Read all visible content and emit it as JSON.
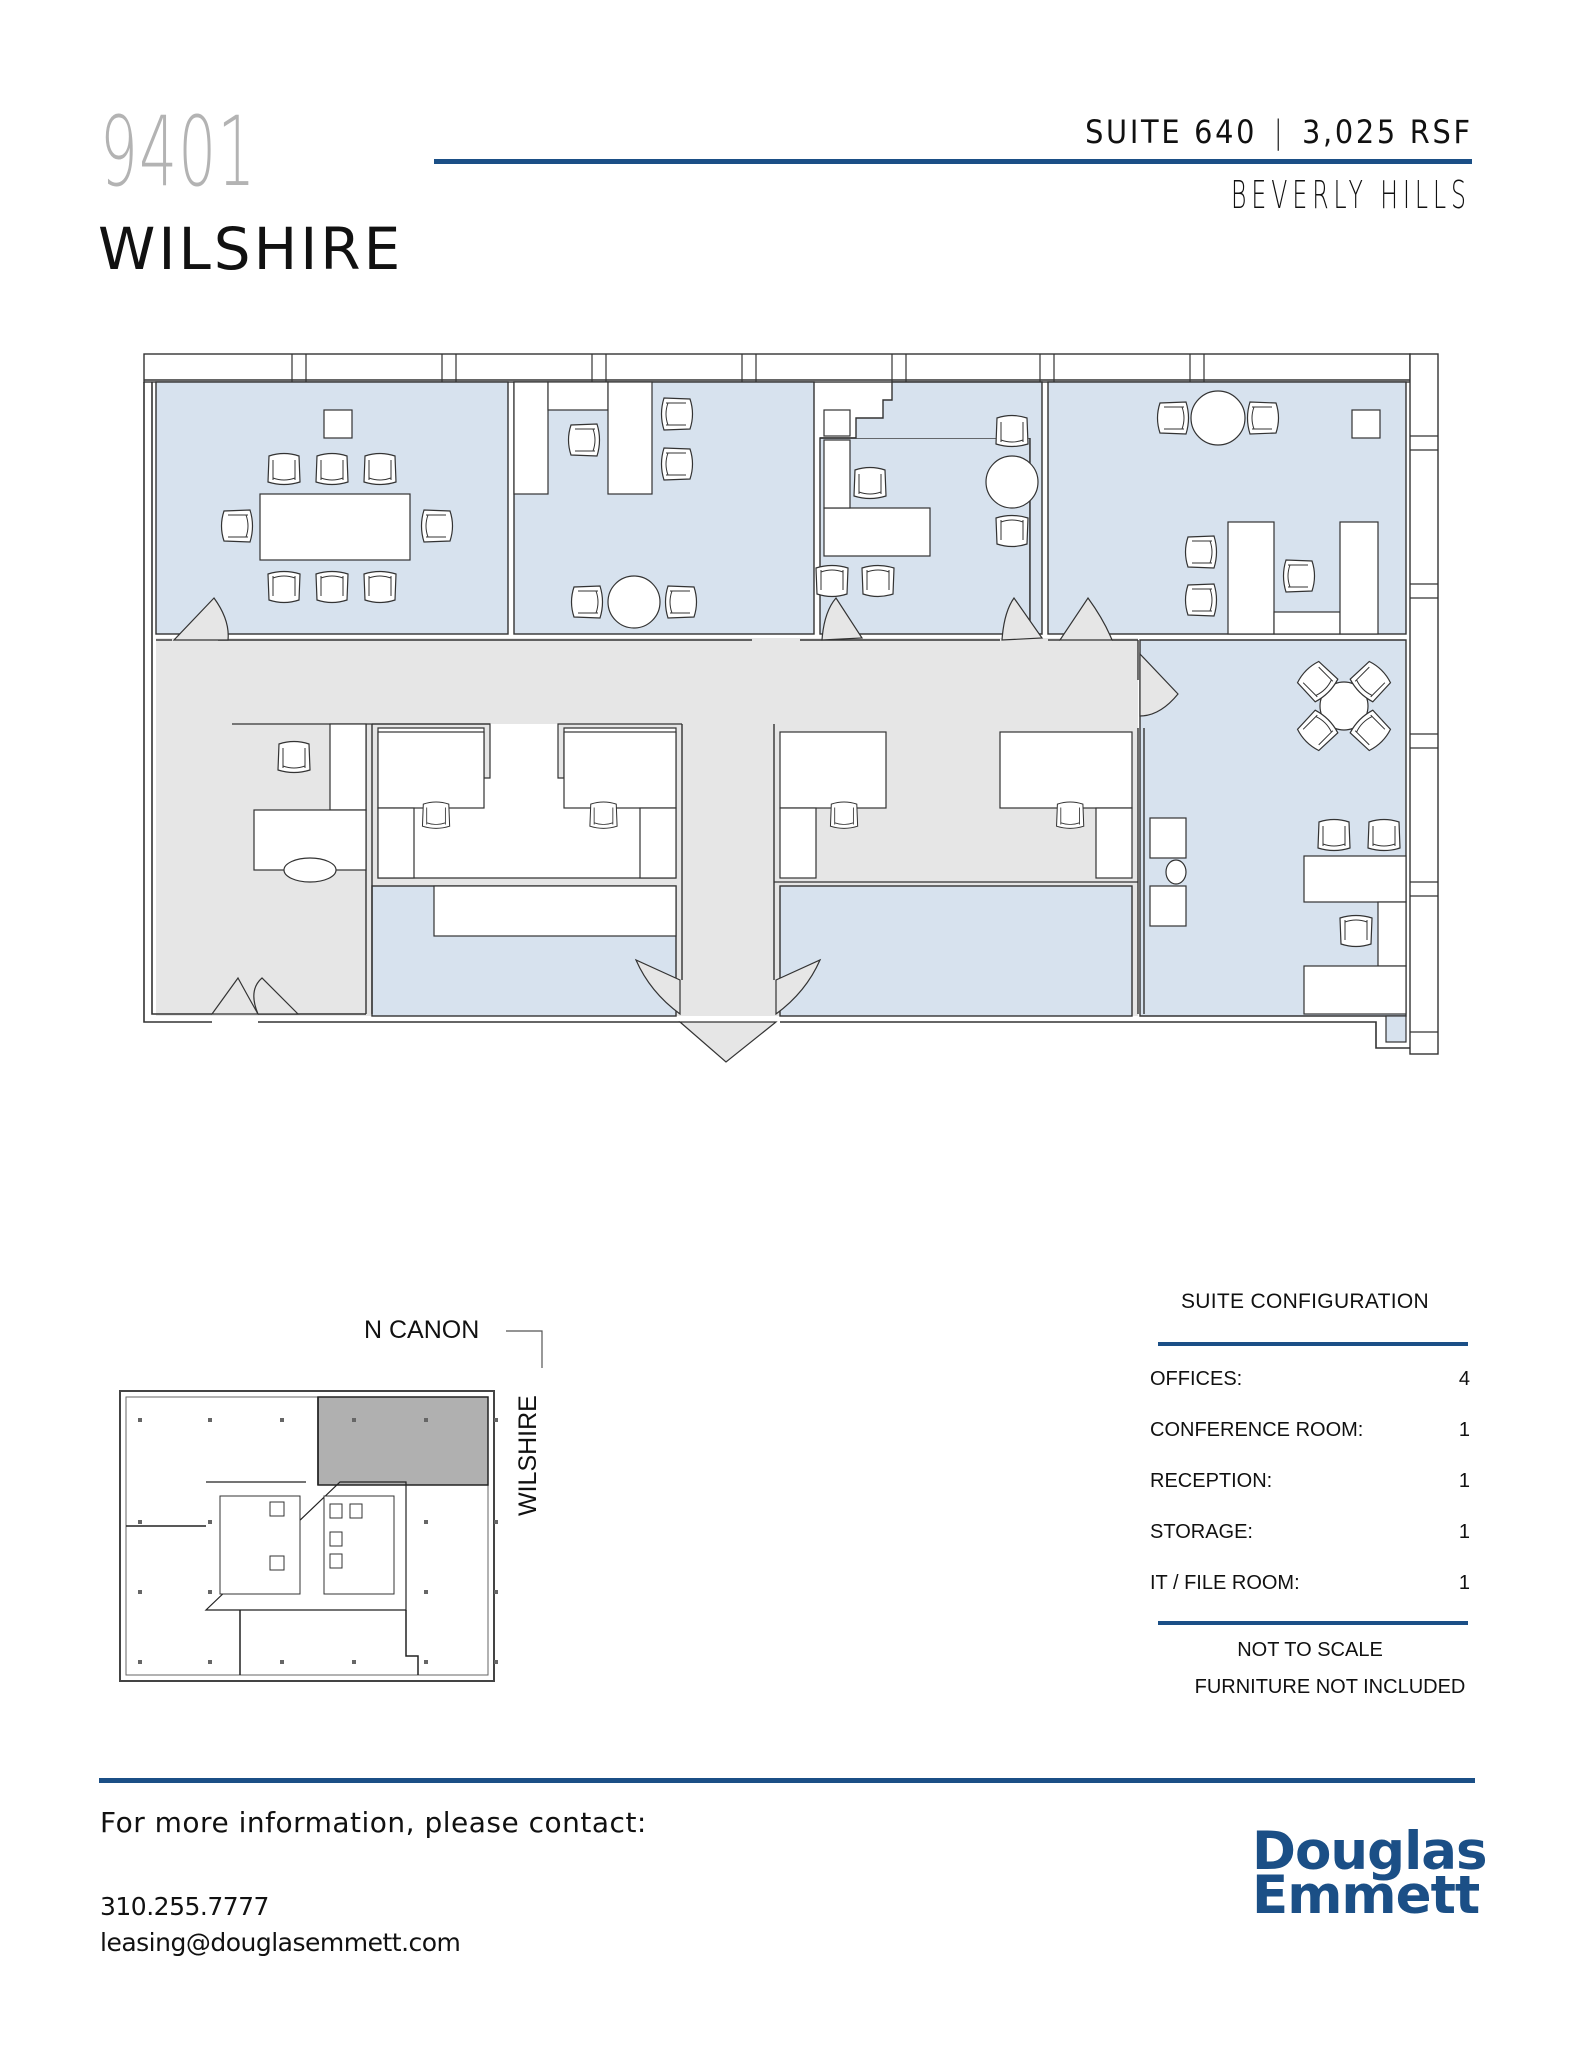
{
  "header": {
    "building_number": "9401",
    "building_name": "WILSHIRE",
    "suite": "SUITE 640",
    "separator": "|",
    "area": "3,025 RSF",
    "city": "BEVERLY HILLS"
  },
  "colors": {
    "accent_blue": "#1b4f86",
    "room_fill": "#d7e2ee",
    "corridor_fill": "#e6e6e6",
    "highlight_suite": "#b0b0b0",
    "wall_stroke": "#333333"
  },
  "floorplan": {
    "rooms": [
      {
        "name": "conference-room",
        "type": "room"
      },
      {
        "name": "office-1",
        "type": "room"
      },
      {
        "name": "office-2",
        "type": "room"
      },
      {
        "name": "office-3",
        "type": "room"
      },
      {
        "name": "office-4",
        "type": "room"
      },
      {
        "name": "reception",
        "type": "corridor"
      },
      {
        "name": "workstations",
        "type": "corridor"
      },
      {
        "name": "storage",
        "type": "room"
      },
      {
        "name": "it-file-room",
        "type": "room"
      }
    ]
  },
  "keyplan": {
    "street_top": "N CANON",
    "street_side": "WILSHIRE"
  },
  "config": {
    "title": "SUITE CONFIGURATION",
    "rows": [
      {
        "label": "OFFICES:",
        "value": "4"
      },
      {
        "label": "CONFERENCE ROOM:",
        "value": "1"
      },
      {
        "label": "RECEPTION:",
        "value": "1"
      },
      {
        "label": "STORAGE:",
        "value": "1"
      },
      {
        "label": "IT / FILE ROOM:",
        "value": "1"
      }
    ],
    "note_scale": "NOT TO SCALE",
    "note_furniture": "FURNITURE NOT INCLUDED"
  },
  "footer": {
    "contact_heading": "For more information, please contact:",
    "phone": "310.255.7777",
    "email": "leasing@douglasemmett.com",
    "logo_line1": "Douglas",
    "logo_line2": "Emmett"
  }
}
